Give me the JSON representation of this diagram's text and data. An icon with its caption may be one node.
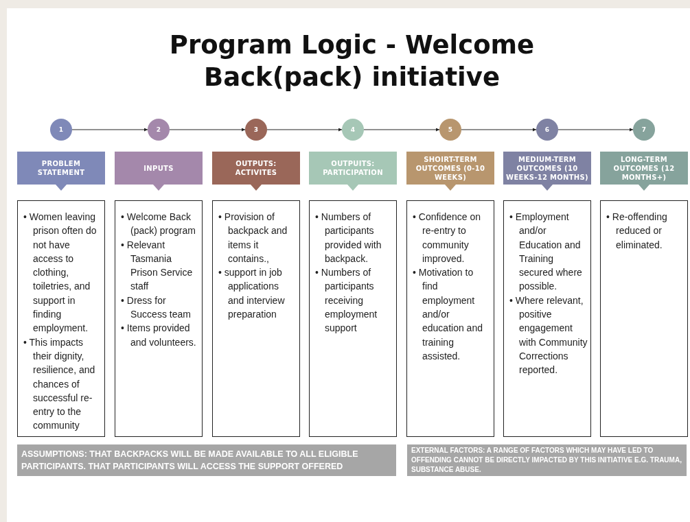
{
  "diagram": {
    "title": "Program Logic - Welcome Back(pack) initiative",
    "nodes": [
      {
        "text": [
          "1"
        ]
      },
      {
        "text": [
          "2"
        ]
      },
      {
        "text": [
          "3"
        ]
      },
      {
        "text": [
          "4"
        ]
      },
      {
        "text": [
          "5"
        ]
      },
      {
        "text": [
          "6"
        ]
      },
      {
        "text": [
          "7"
        ]
      },
      {
        "text": [
          "PROBLEM STATEMENT"
        ]
      },
      {
        "text": [
          "INPUTS"
        ]
      },
      {
        "text": [
          "OUTPUTS: ACTIVITES"
        ]
      },
      {
        "text": [
          "OUTPUITS: PARTICIPATION"
        ]
      },
      {
        "text": [
          "SHOIRT-TERM OUTCOMES (0-10 WEEKS)"
        ]
      },
      {
        "text": [
          "MEDIUM-TERM OUTCOMES (10 WEEKS-12 MONTHS)"
        ]
      },
      {
        "text": [
          "LONG-TERM OUTCOMES (12 MONTHS+)"
        ]
      },
      {
        "text": [
          "• Women leaving prison often do not have access to clothing, toiletries, and support in finding employment.",
          "• This impacts their dignity, resilience, and chances of successful re-entry to the community"
        ]
      },
      {
        "text": [
          "• Welcome Back (pack) program",
          "• Relevant Tasmania Prison Service staff",
          "• Dress for Success team",
          "• Items provided and volunteers."
        ]
      },
      {
        "text": [
          "• Provision of backpack and items it contains.,",
          "• support in job applications and interview preparation"
        ]
      },
      {
        "text": [
          "• Numbers of participants provided with backpack.",
          "• Numbers of participants receiving employment support"
        ]
      },
      {
        "text": [
          "• Confidence on re-entry to community improved.",
          "• Motivation to find employment and/or education and training assisted."
        ]
      },
      {
        "text": [
          "• Employment and/or Education and Training secured where possible.",
          "• Where relevant, positive engagement with Community Corrections reported."
        ]
      },
      {
        "text": [
          "• Re-offending reduced or eliminated."
        ]
      },
      {
        "text": [
          "ASSUMPTIONS: THAT BACKPACKS WILL BE MADE AVAILABLE TO ALL ELIGIBLE PARTICIPANTS. THAT PARTICIPANTS WILL ACCESS THE SUPPORT OFFERED"
        ]
      },
      {
        "text": [
          "EXTERNAL FACTORS: A RANGE OF FACTORS WHICH MAY HAVE LED TO OFFENDING CANNOT BE DIRECTLY IMPACTED BY THIS INITIATIVE E.G. TRAUMA, SUBSTANCE ABUSE."
        ]
      }
    ],
    "edges": [
      {
        "from": 0,
        "to": 1,
        "arrow": "to"
      },
      {
        "from": 1,
        "to": 2,
        "arrow": "to"
      },
      {
        "from": 2,
        "to": 3,
        "arrow": "to"
      },
      {
        "from": 3,
        "to": 4,
        "arrow": "to"
      },
      {
        "from": 4,
        "to": 5,
        "arrow": "to"
      },
      {
        "from": 5,
        "to": 6,
        "arrow": "to"
      }
    ]
  }
}
